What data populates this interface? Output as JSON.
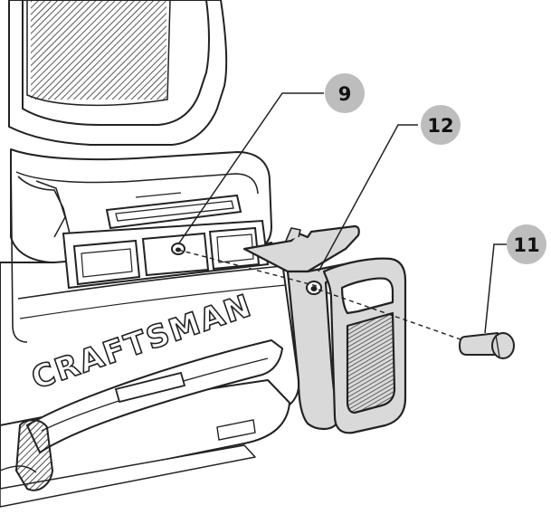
{
  "diagram": {
    "brand_text": "CRAFTSMAN",
    "callouts": [
      {
        "id": "9",
        "label": "9"
      },
      {
        "id": "12",
        "label": "12"
      },
      {
        "id": "11",
        "label": "11"
      }
    ],
    "colors": {
      "line": "#222222",
      "callout_fill": "#bdbdbd",
      "clip_fill": "#d9d9d9",
      "body_fill": "#ffffff"
    }
  }
}
